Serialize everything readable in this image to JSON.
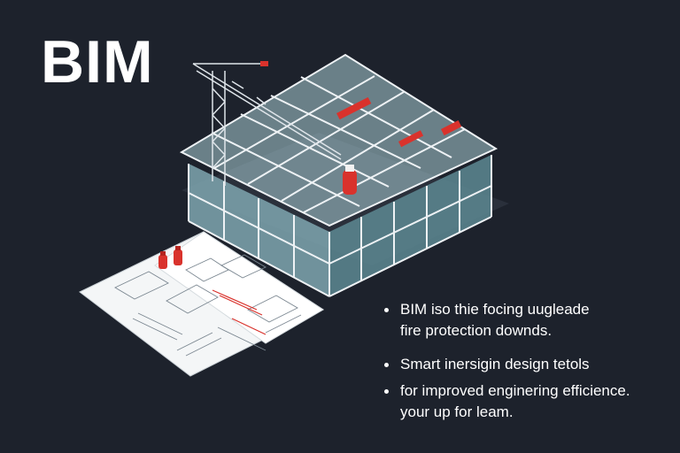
{
  "title": "BIM",
  "bullets": [
    {
      "lines": [
        "BIM iso thie focing uugleade",
        "fire protection downds."
      ]
    },
    {
      "lines": [
        "Smart inersigin design tetols"
      ]
    },
    {
      "lines": [
        "for improved enginering efficience.",
        "your up for leam."
      ]
    }
  ],
  "colors": {
    "background": "#1d222c",
    "frame": "#e8edf1",
    "glass": "#9ec3cc",
    "accent_red": "#d9322c"
  },
  "icons": [
    "tower-crane-icon",
    "fire-extinguisher-icon",
    "blueprint-document-icon"
  ]
}
